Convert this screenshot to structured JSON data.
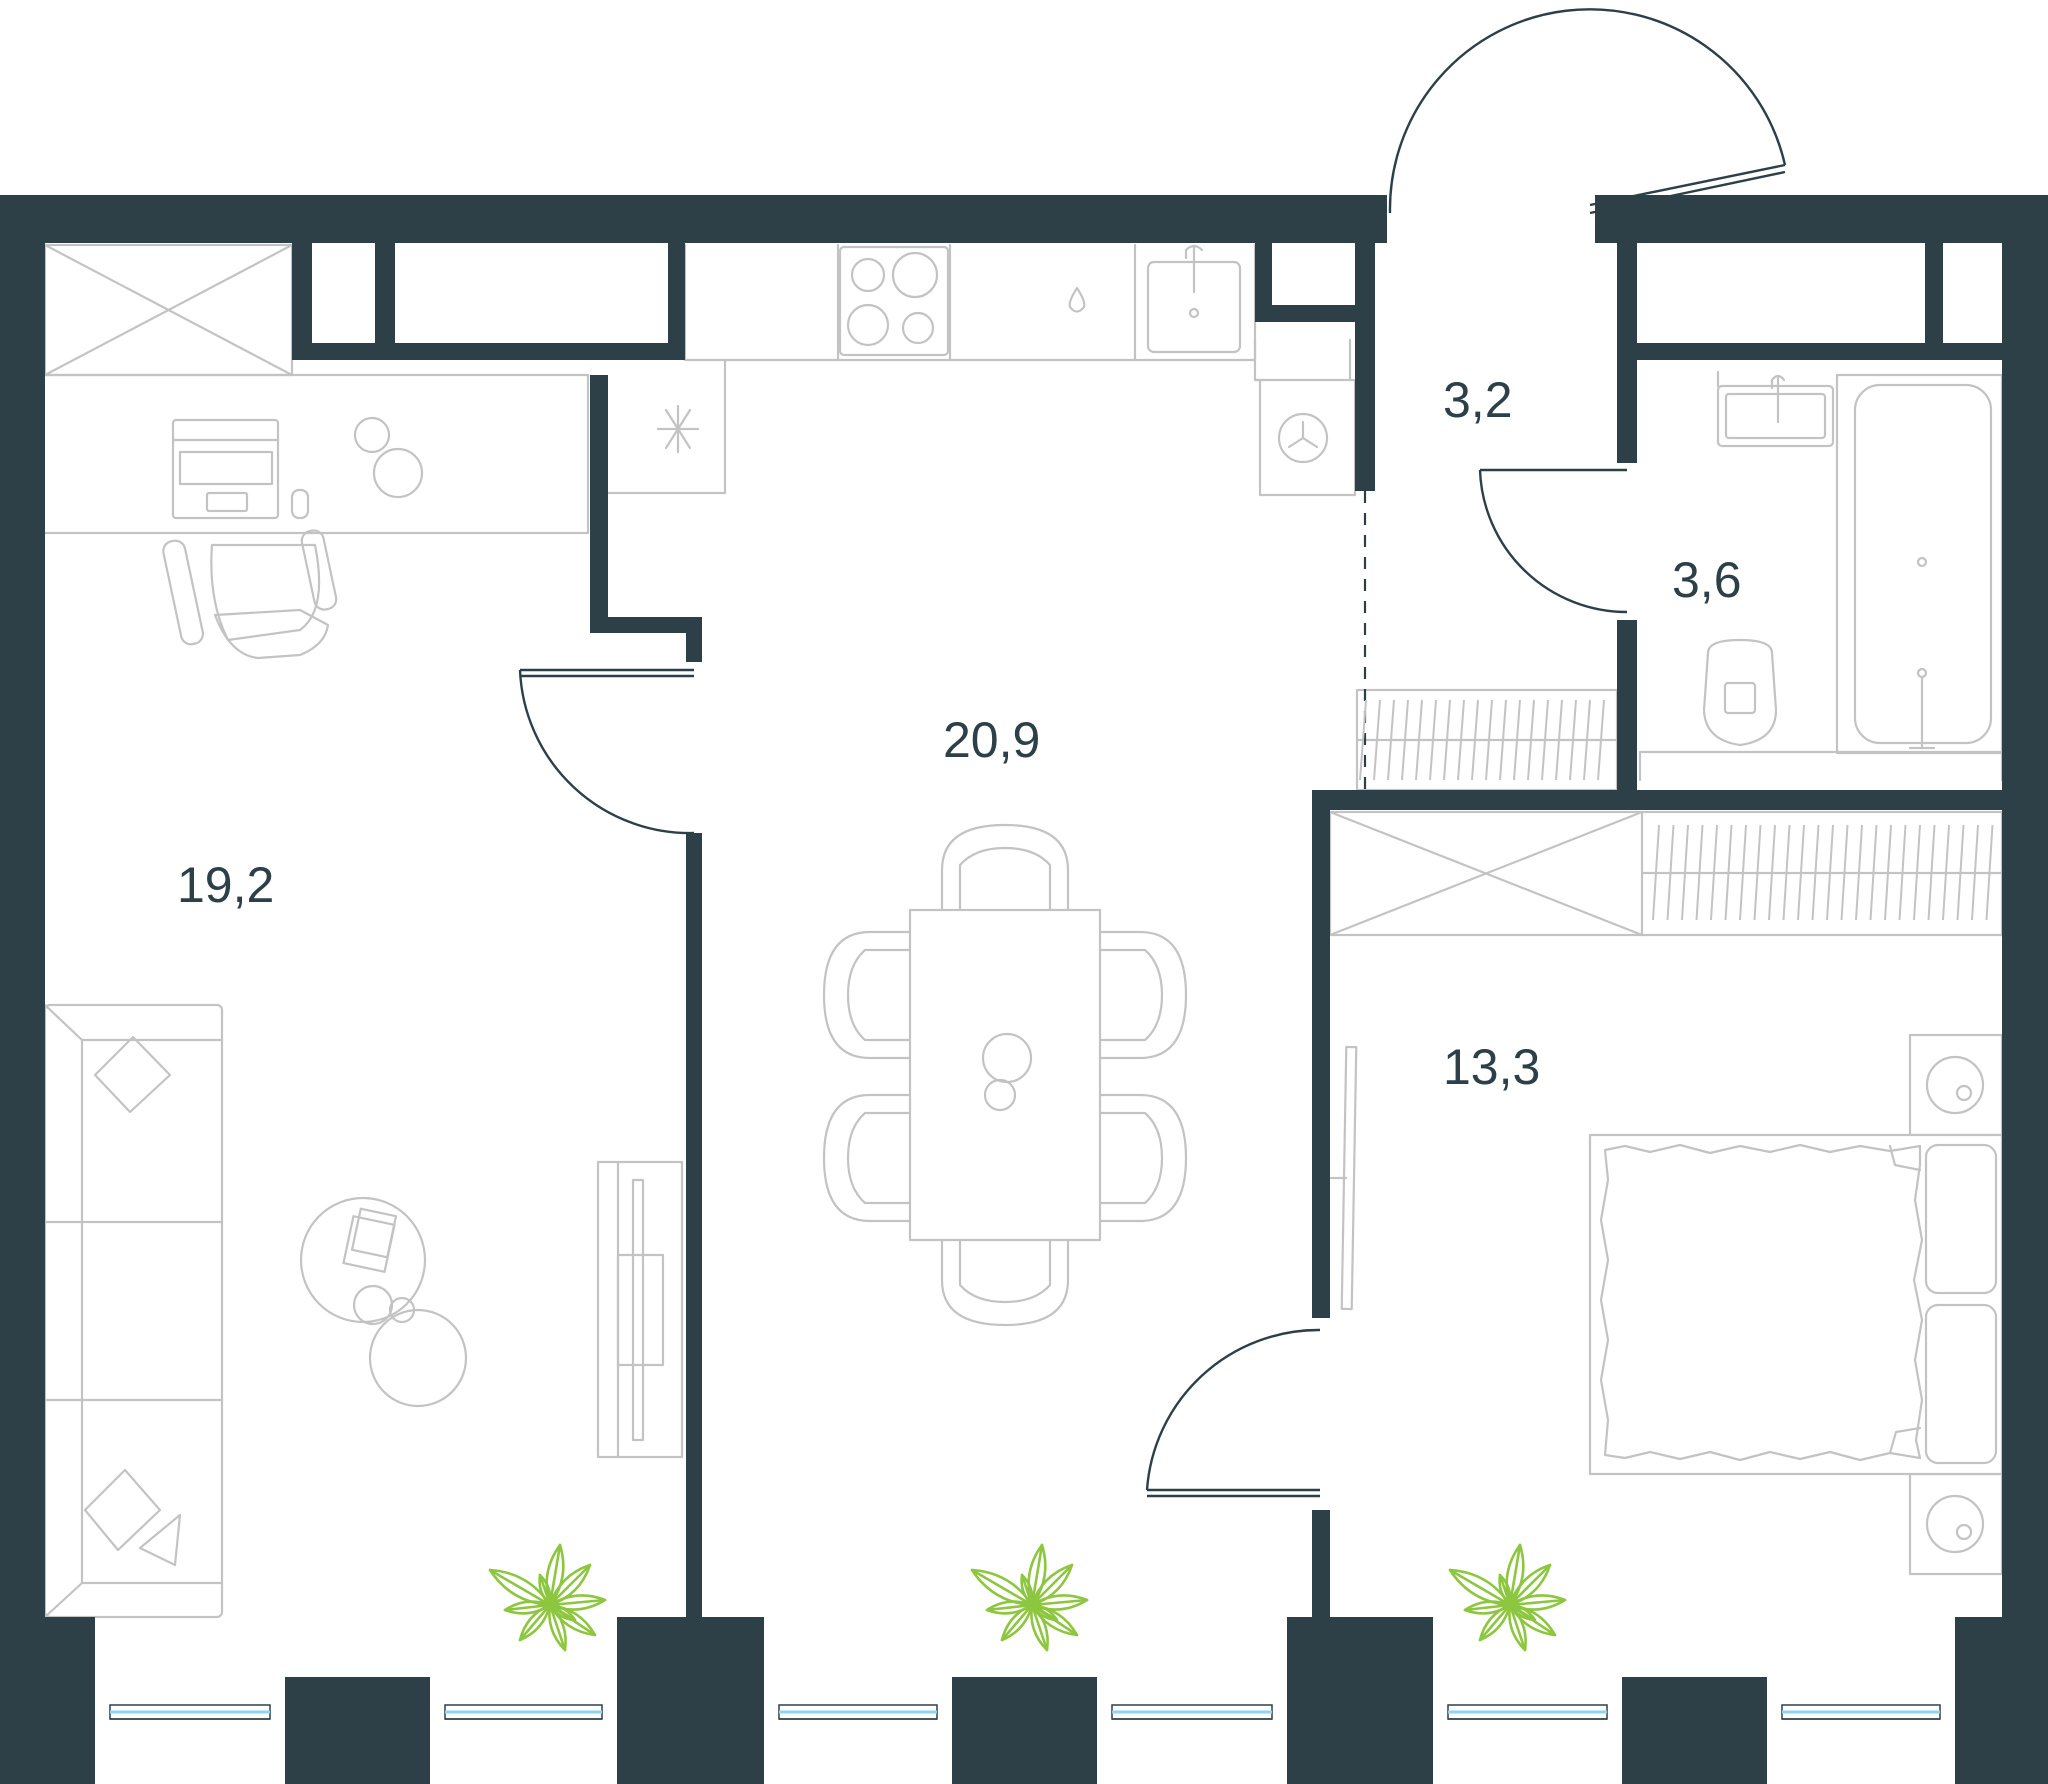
{
  "colors": {
    "wall": "#2d4048",
    "furniture": "#c3c3c3",
    "door": "#2d4048",
    "window_glass": "#8fd3f2",
    "plant": "#8dc63f",
    "label": "#2d4048",
    "background": "#ffffff"
  },
  "rooms": [
    {
      "id": "living-room",
      "area": "19,2"
    },
    {
      "id": "kitchen-dining",
      "area": "20,9"
    },
    {
      "id": "hallway",
      "area": "3,2"
    },
    {
      "id": "bathroom",
      "area": "3,6"
    },
    {
      "id": "bedroom",
      "area": "13,3"
    }
  ],
  "icons": [
    "wardrobe-icon",
    "desk-icon",
    "laptop-icon",
    "office-chair-icon",
    "stove-icon",
    "sink-icon",
    "fridge-icon",
    "washing-machine-icon",
    "dining-table-icon",
    "dining-chair-icon",
    "sofa-icon",
    "coffee-table-icon",
    "tv-stand-icon",
    "bathtub-icon",
    "toilet-icon",
    "double-bed-icon",
    "nightstand-icon",
    "plant-icon",
    "window-icon",
    "door-swing-icon"
  ]
}
